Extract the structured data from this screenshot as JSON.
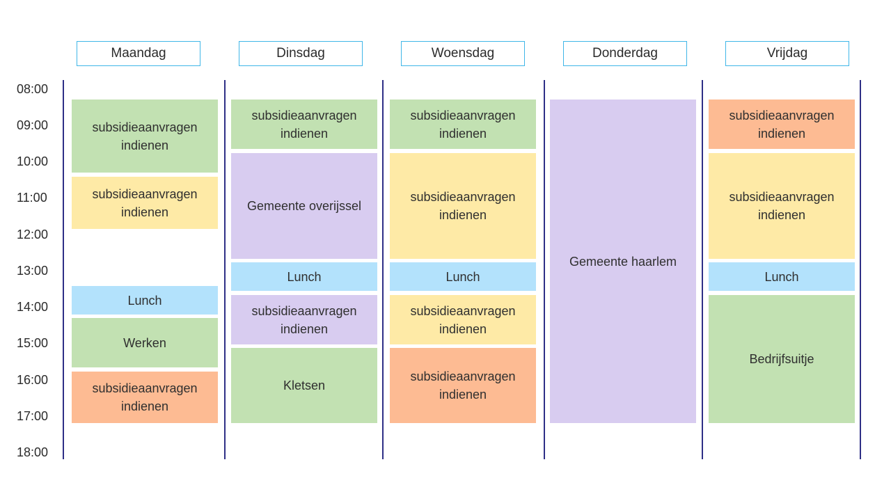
{
  "colors": {
    "green": "#c2e1b2",
    "yellow": "#feeaa6",
    "purple": "#d8ccf0",
    "blue": "#b3e2fc",
    "orange": "#fdbb93",
    "header_border": "#3fb6e8",
    "separator": "#2e2f86"
  },
  "days": [
    "Maandag",
    "Dinsdag",
    "Woensdag",
    "Donderdag",
    "Vrijdag"
  ],
  "times": [
    "08:00",
    "09:00",
    "10:00",
    "11:00",
    "12:00",
    "13:00",
    "14:00",
    "15:00",
    "16:00",
    "17:00",
    "18:00"
  ],
  "events": {
    "maandag": [
      {
        "label": "subsidieaanvragen\nindienen",
        "color": "green"
      },
      {
        "label": "subsidieaanvragen\nindienen",
        "color": "yellow"
      },
      {
        "label": "Lunch",
        "color": "blue"
      },
      {
        "label": "Werken",
        "color": "green"
      },
      {
        "label": "subsidieaanvragen\nindienen",
        "color": "orange"
      }
    ],
    "dinsdag": [
      {
        "label": "subsidieaanvragen\nindienen",
        "color": "green"
      },
      {
        "label": "Gemeente overijssel",
        "color": "purple"
      },
      {
        "label": "Lunch",
        "color": "blue"
      },
      {
        "label": "subsidieaanvragen\nindienen",
        "color": "purple"
      },
      {
        "label": "Kletsen",
        "color": "green"
      }
    ],
    "woensdag": [
      {
        "label": "subsidieaanvragen\nindienen",
        "color": "green"
      },
      {
        "label": "subsidieaanvragen\nindienen",
        "color": "yellow"
      },
      {
        "label": "Lunch",
        "color": "blue"
      },
      {
        "label": "subsidieaanvragen\nindienen",
        "color": "yellow"
      },
      {
        "label": "subsidieaanvragen\nindienen",
        "color": "orange"
      }
    ],
    "donderdag": [
      {
        "label": "Gemeente haarlem",
        "color": "purple"
      }
    ],
    "vrijdag": [
      {
        "label": "subsidieaanvragen\nindienen",
        "color": "orange"
      },
      {
        "label": "subsidieaanvragen\nindienen",
        "color": "yellow"
      },
      {
        "label": "Lunch",
        "color": "blue"
      },
      {
        "label": "Bedrijfsuitje",
        "color": "green"
      }
    ]
  }
}
